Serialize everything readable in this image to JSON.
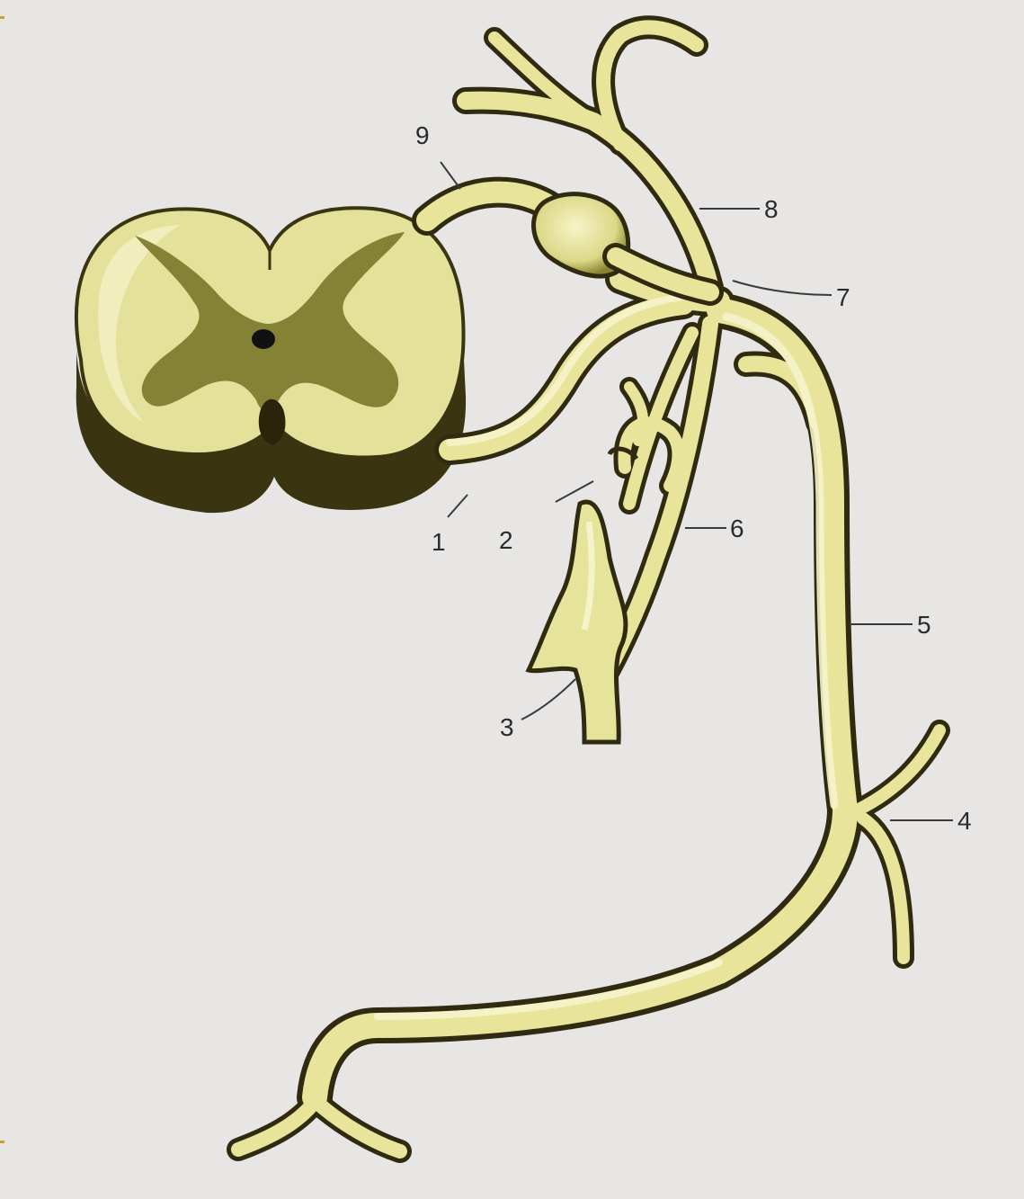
{
  "diagram": {
    "labels": [
      "1",
      "2",
      "3",
      "4",
      "5",
      "6",
      "7",
      "8",
      "9"
    ]
  },
  "colors": {
    "background": "#e7e6e4",
    "nerve_fill": "#e8e59a",
    "nerve_highlight": "#f4f2c2",
    "nerve_outline": "#2f2a10",
    "gray_matter": "#7a7a2a",
    "white_matter": "#e6e39a",
    "accent_tick": "#c9a227"
  }
}
